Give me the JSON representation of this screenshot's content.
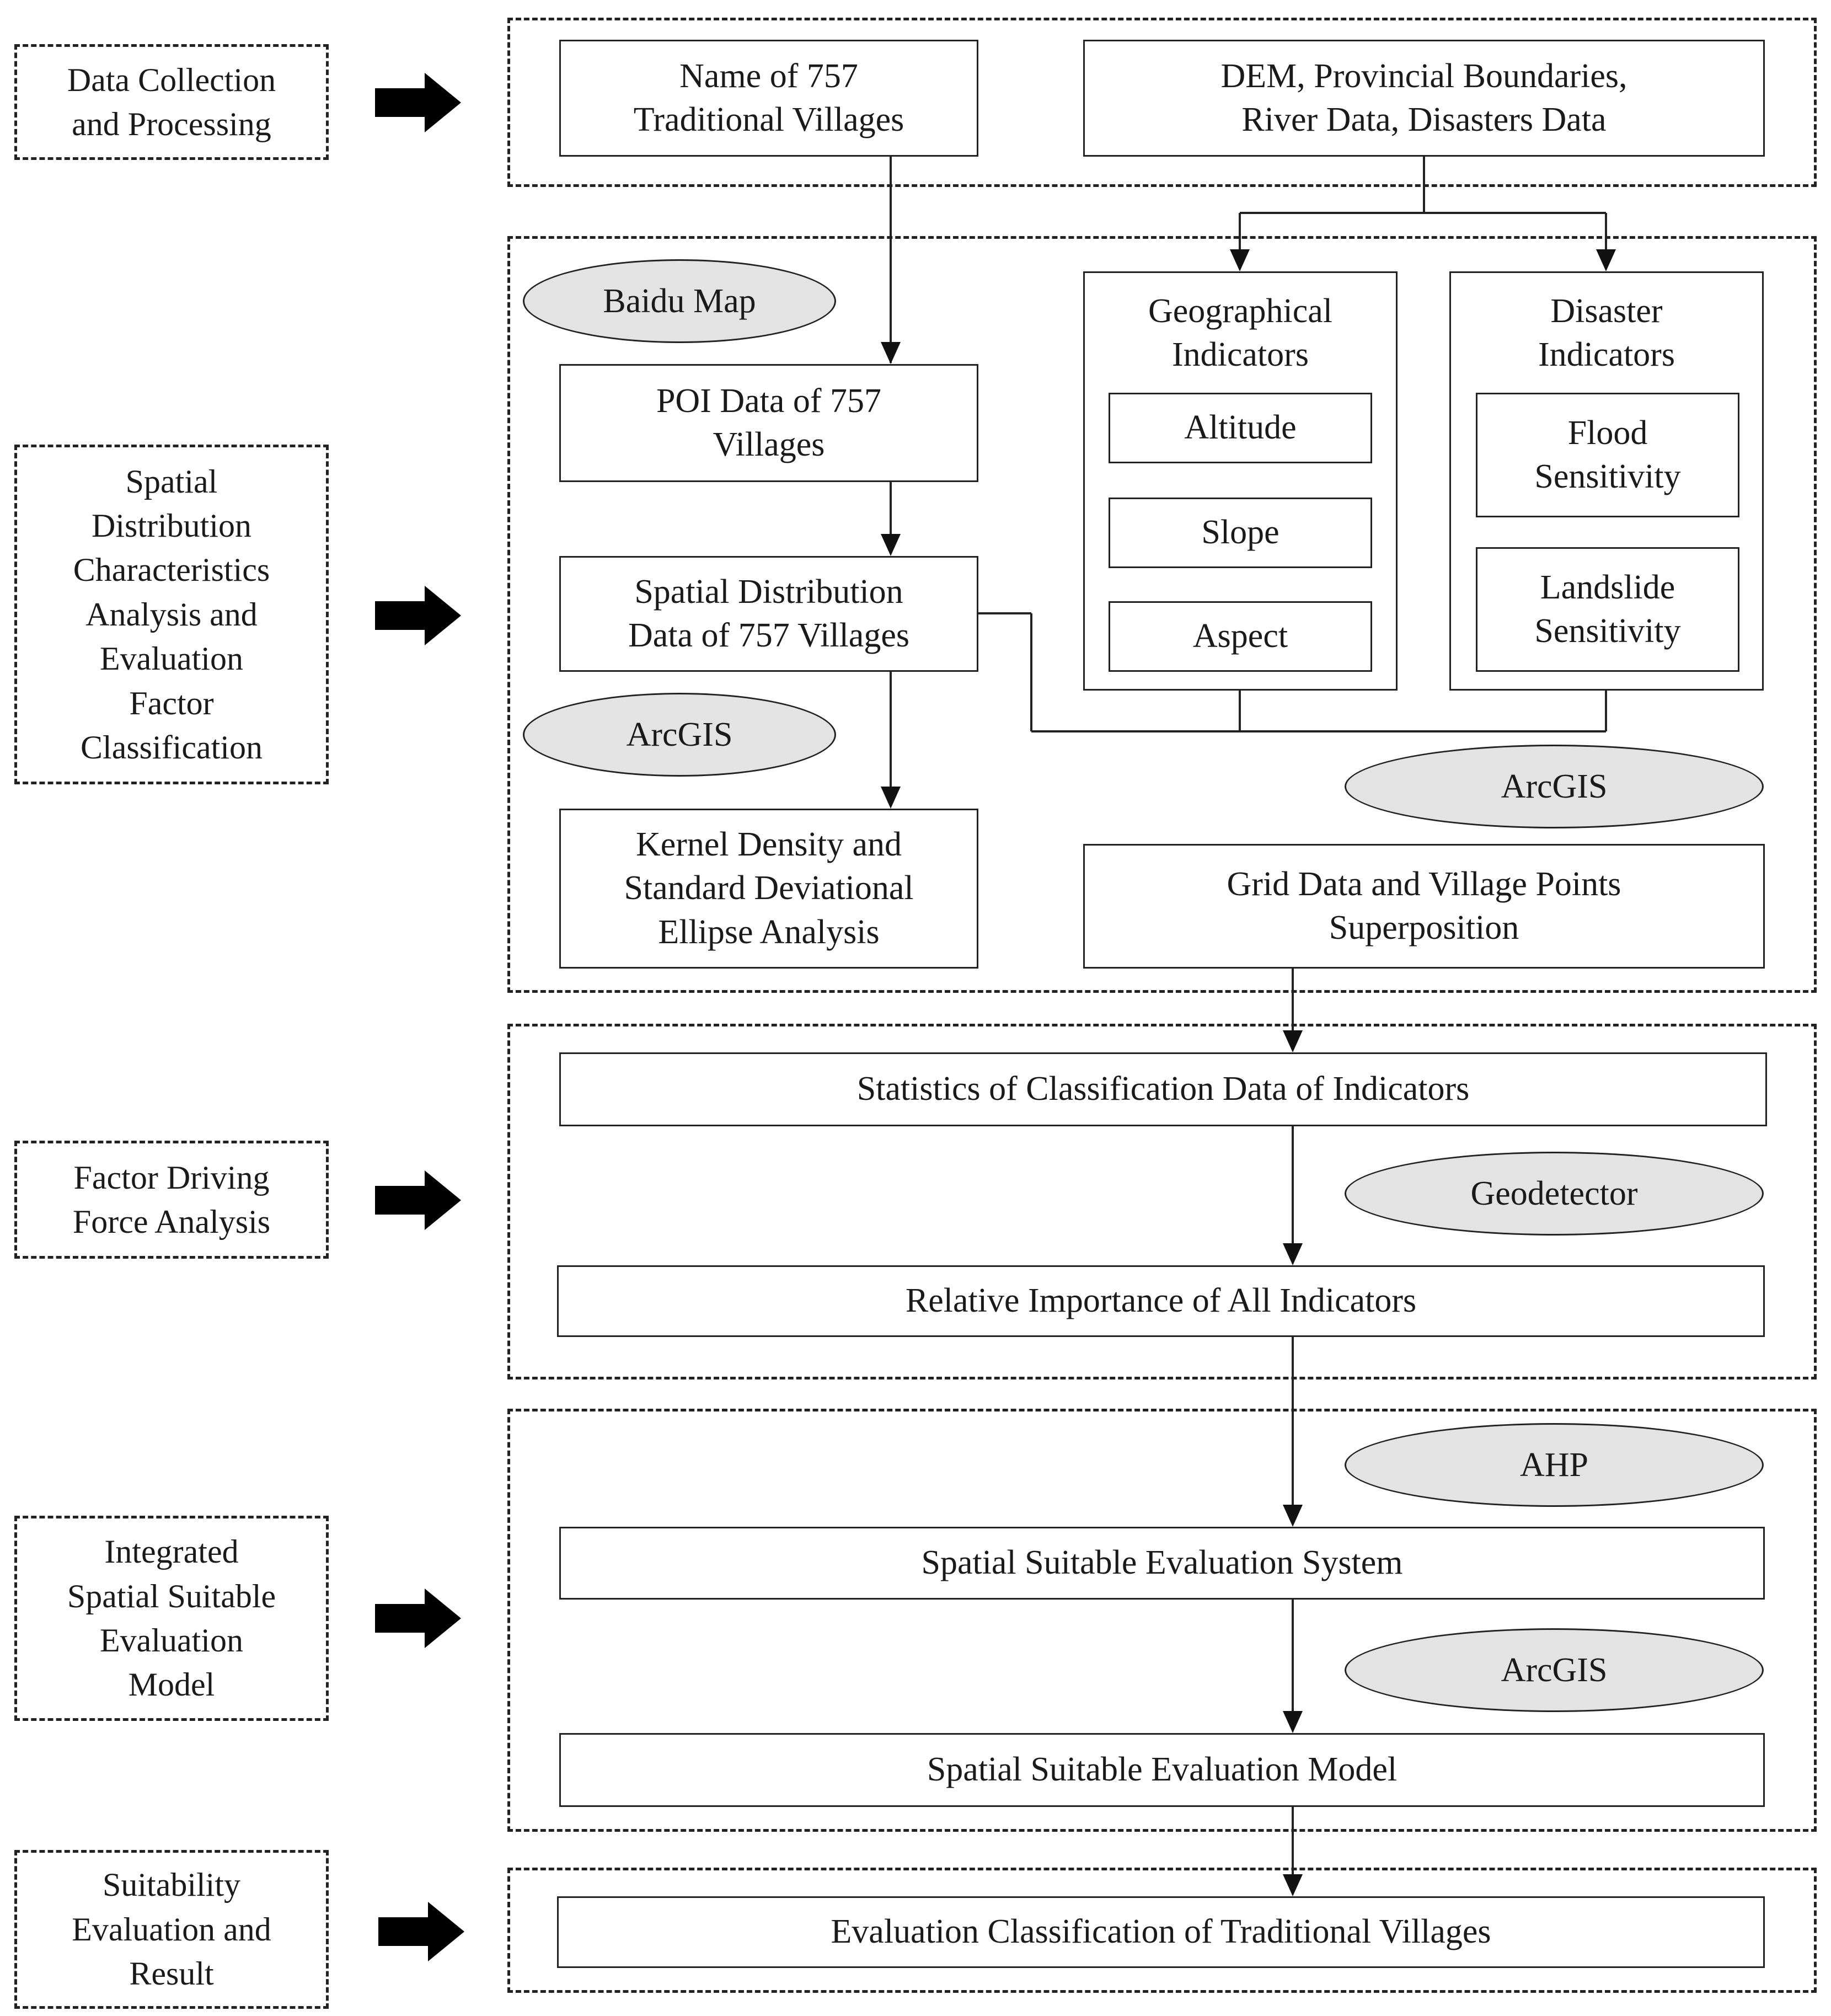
{
  "stages": [
    "Data Collection\nand Processing",
    "Spatial\nDistribution\nCharacteristics\nAnalysis and\nEvaluation\nFactor\nClassification",
    "Factor Driving\nForce Analysis",
    "Integrated\nSpatial Suitable\nEvaluation\nModel",
    "Suitability\nEvaluation and\nResult"
  ],
  "boxes": {
    "village_names": "Name of 757\nTraditional Villages",
    "base_data": "DEM, Provincial Boundaries,\nRiver Data, Disasters Data",
    "poi_data": "POI Data of 757\nVillages",
    "spatial_distribution": "Spatial Distribution\nData of 757 Villages",
    "kernel_density": "Kernel Density and\nStandard Deviational\nEllipse Analysis",
    "grid_superposition": "Grid Data and Village Points\nSuperposition",
    "statistics": "Statistics of Classification Data of Indicators",
    "relative_importance": "Relative Importance of All Indicators",
    "evaluation_system": "Spatial Suitable Evaluation System",
    "evaluation_model": "Spatial Suitable Evaluation Model",
    "evaluation_classification": "Evaluation Classification of Traditional Villages"
  },
  "geographical": {
    "title": "Geographical\nIndicators",
    "items": [
      "Altitude",
      "Slope",
      "Aspect"
    ]
  },
  "disaster": {
    "title": "Disaster\nIndicators",
    "items": [
      "Flood\nSensitivity",
      "Landslide\nSensitivity"
    ]
  },
  "tools": {
    "baidu": "Baidu Map",
    "arcgis_1": "ArcGIS",
    "arcgis_2": "ArcGIS",
    "geodetector": "Geodetector",
    "ahp": "AHP",
    "arcgis_3": "ArcGIS"
  }
}
